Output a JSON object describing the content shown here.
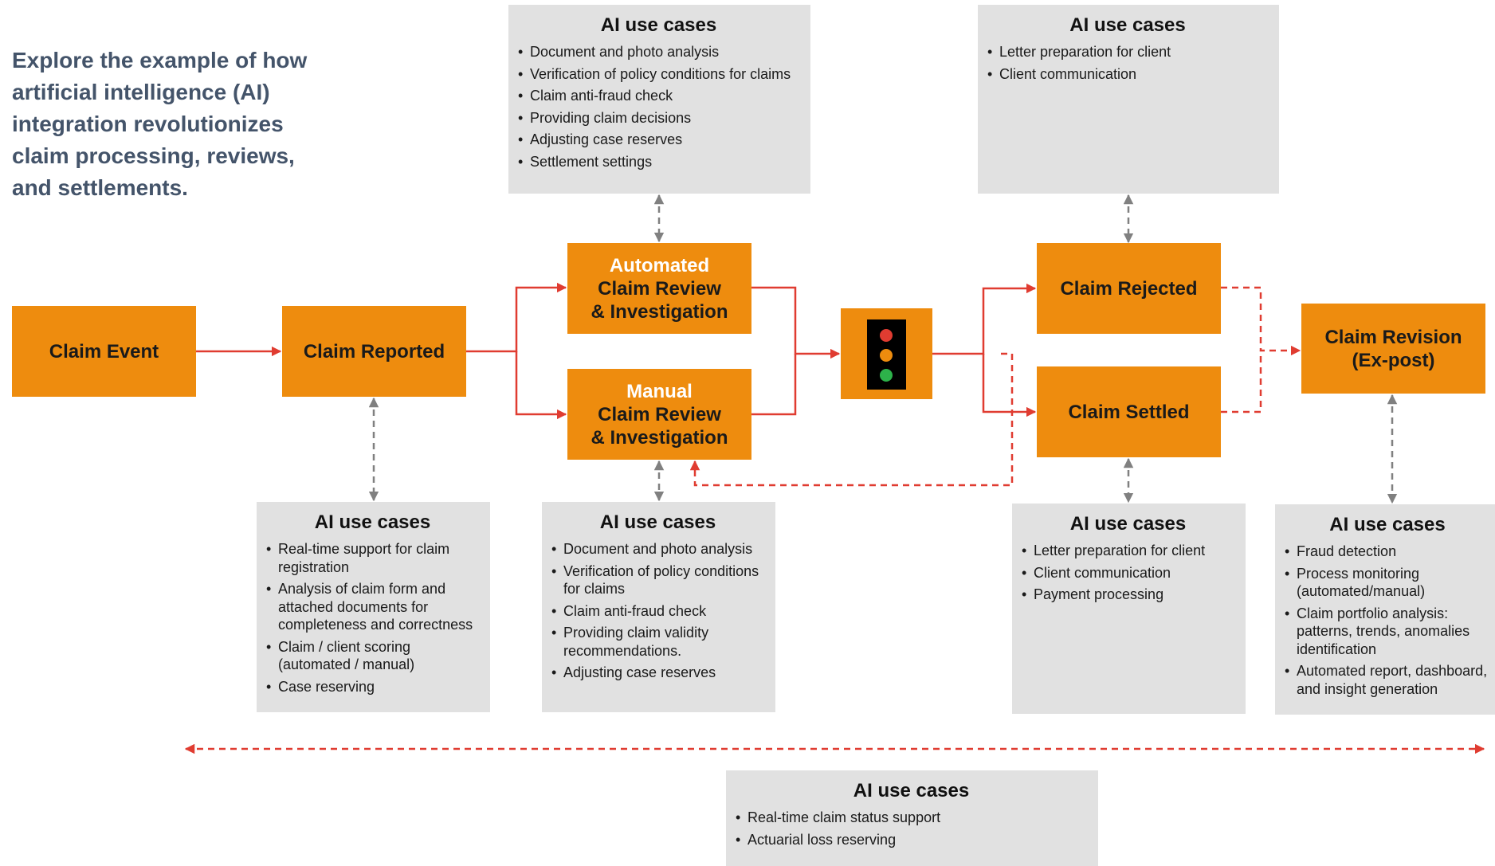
{
  "intro": {
    "line1": "Explore the example of how",
    "line2": "artificial intelligence (AI)",
    "line3": "integration revolutionizes",
    "line4": "claim processing, reviews,",
    "line5": "and settlements."
  },
  "nodes": {
    "claim_event": "Claim Event",
    "claim_reported": "Claim Reported",
    "automated_review": {
      "line1": "Automated",
      "line2": "Claim Review",
      "line3": "& Investigation"
    },
    "manual_review": {
      "line1": "Manual",
      "line2": "Claim Review",
      "line3": "& Investigation"
    },
    "claim_rejected": "Claim Rejected",
    "claim_settled": "Claim Settled",
    "claim_revision": {
      "line1": "Claim Revision",
      "line2": "(Ex-post)"
    }
  },
  "ai_boxes": {
    "automated_top": {
      "title": "AI use cases",
      "items": [
        "Document and photo analysis",
        "Verification of policy conditions for claims",
        "Claim anti-fraud check",
        "Providing claim decisions",
        "Adjusting case reserves",
        "Settlement settings"
      ]
    },
    "rejected_top": {
      "title": "AI use cases",
      "items": [
        "Letter preparation for client",
        "Client communication"
      ]
    },
    "reported": {
      "title": "AI use cases",
      "items": [
        "Real-time support for claim registration",
        "Analysis of claim form and attached documents for completeness and correctness",
        "Claim / client scoring (automated / manual)",
        "Case reserving"
      ]
    },
    "manual": {
      "title": "AI use cases",
      "items": [
        "Document and photo analysis",
        "Verification of policy conditions for claims",
        "Claim anti-fraud check",
        "Providing claim validity recommendations.",
        "Adjusting case reserves"
      ]
    },
    "settled": {
      "title": "AI use cases",
      "items": [
        "Letter preparation for client",
        "Client communication",
        "Payment processing"
      ]
    },
    "revision": {
      "title": "AI use cases",
      "items": [
        "Fraud detection",
        "Process monitoring (automated/manual)",
        "Claim portfolio analysis: patterns, trends, anomalies identification",
        "Automated report, dashboard, and insight generation"
      ]
    },
    "general": {
      "title": "AI use cases",
      "items": [
        "Real-time claim status support",
        "Actuarial loss reserving"
      ]
    }
  },
  "colors": {
    "node_fill": "#ee8c0e",
    "ai_box_fill": "#e1e1e1",
    "flow_arrow": "#e03c31",
    "ai_link_arrow": "#808080",
    "intro_text": "#44546a"
  }
}
